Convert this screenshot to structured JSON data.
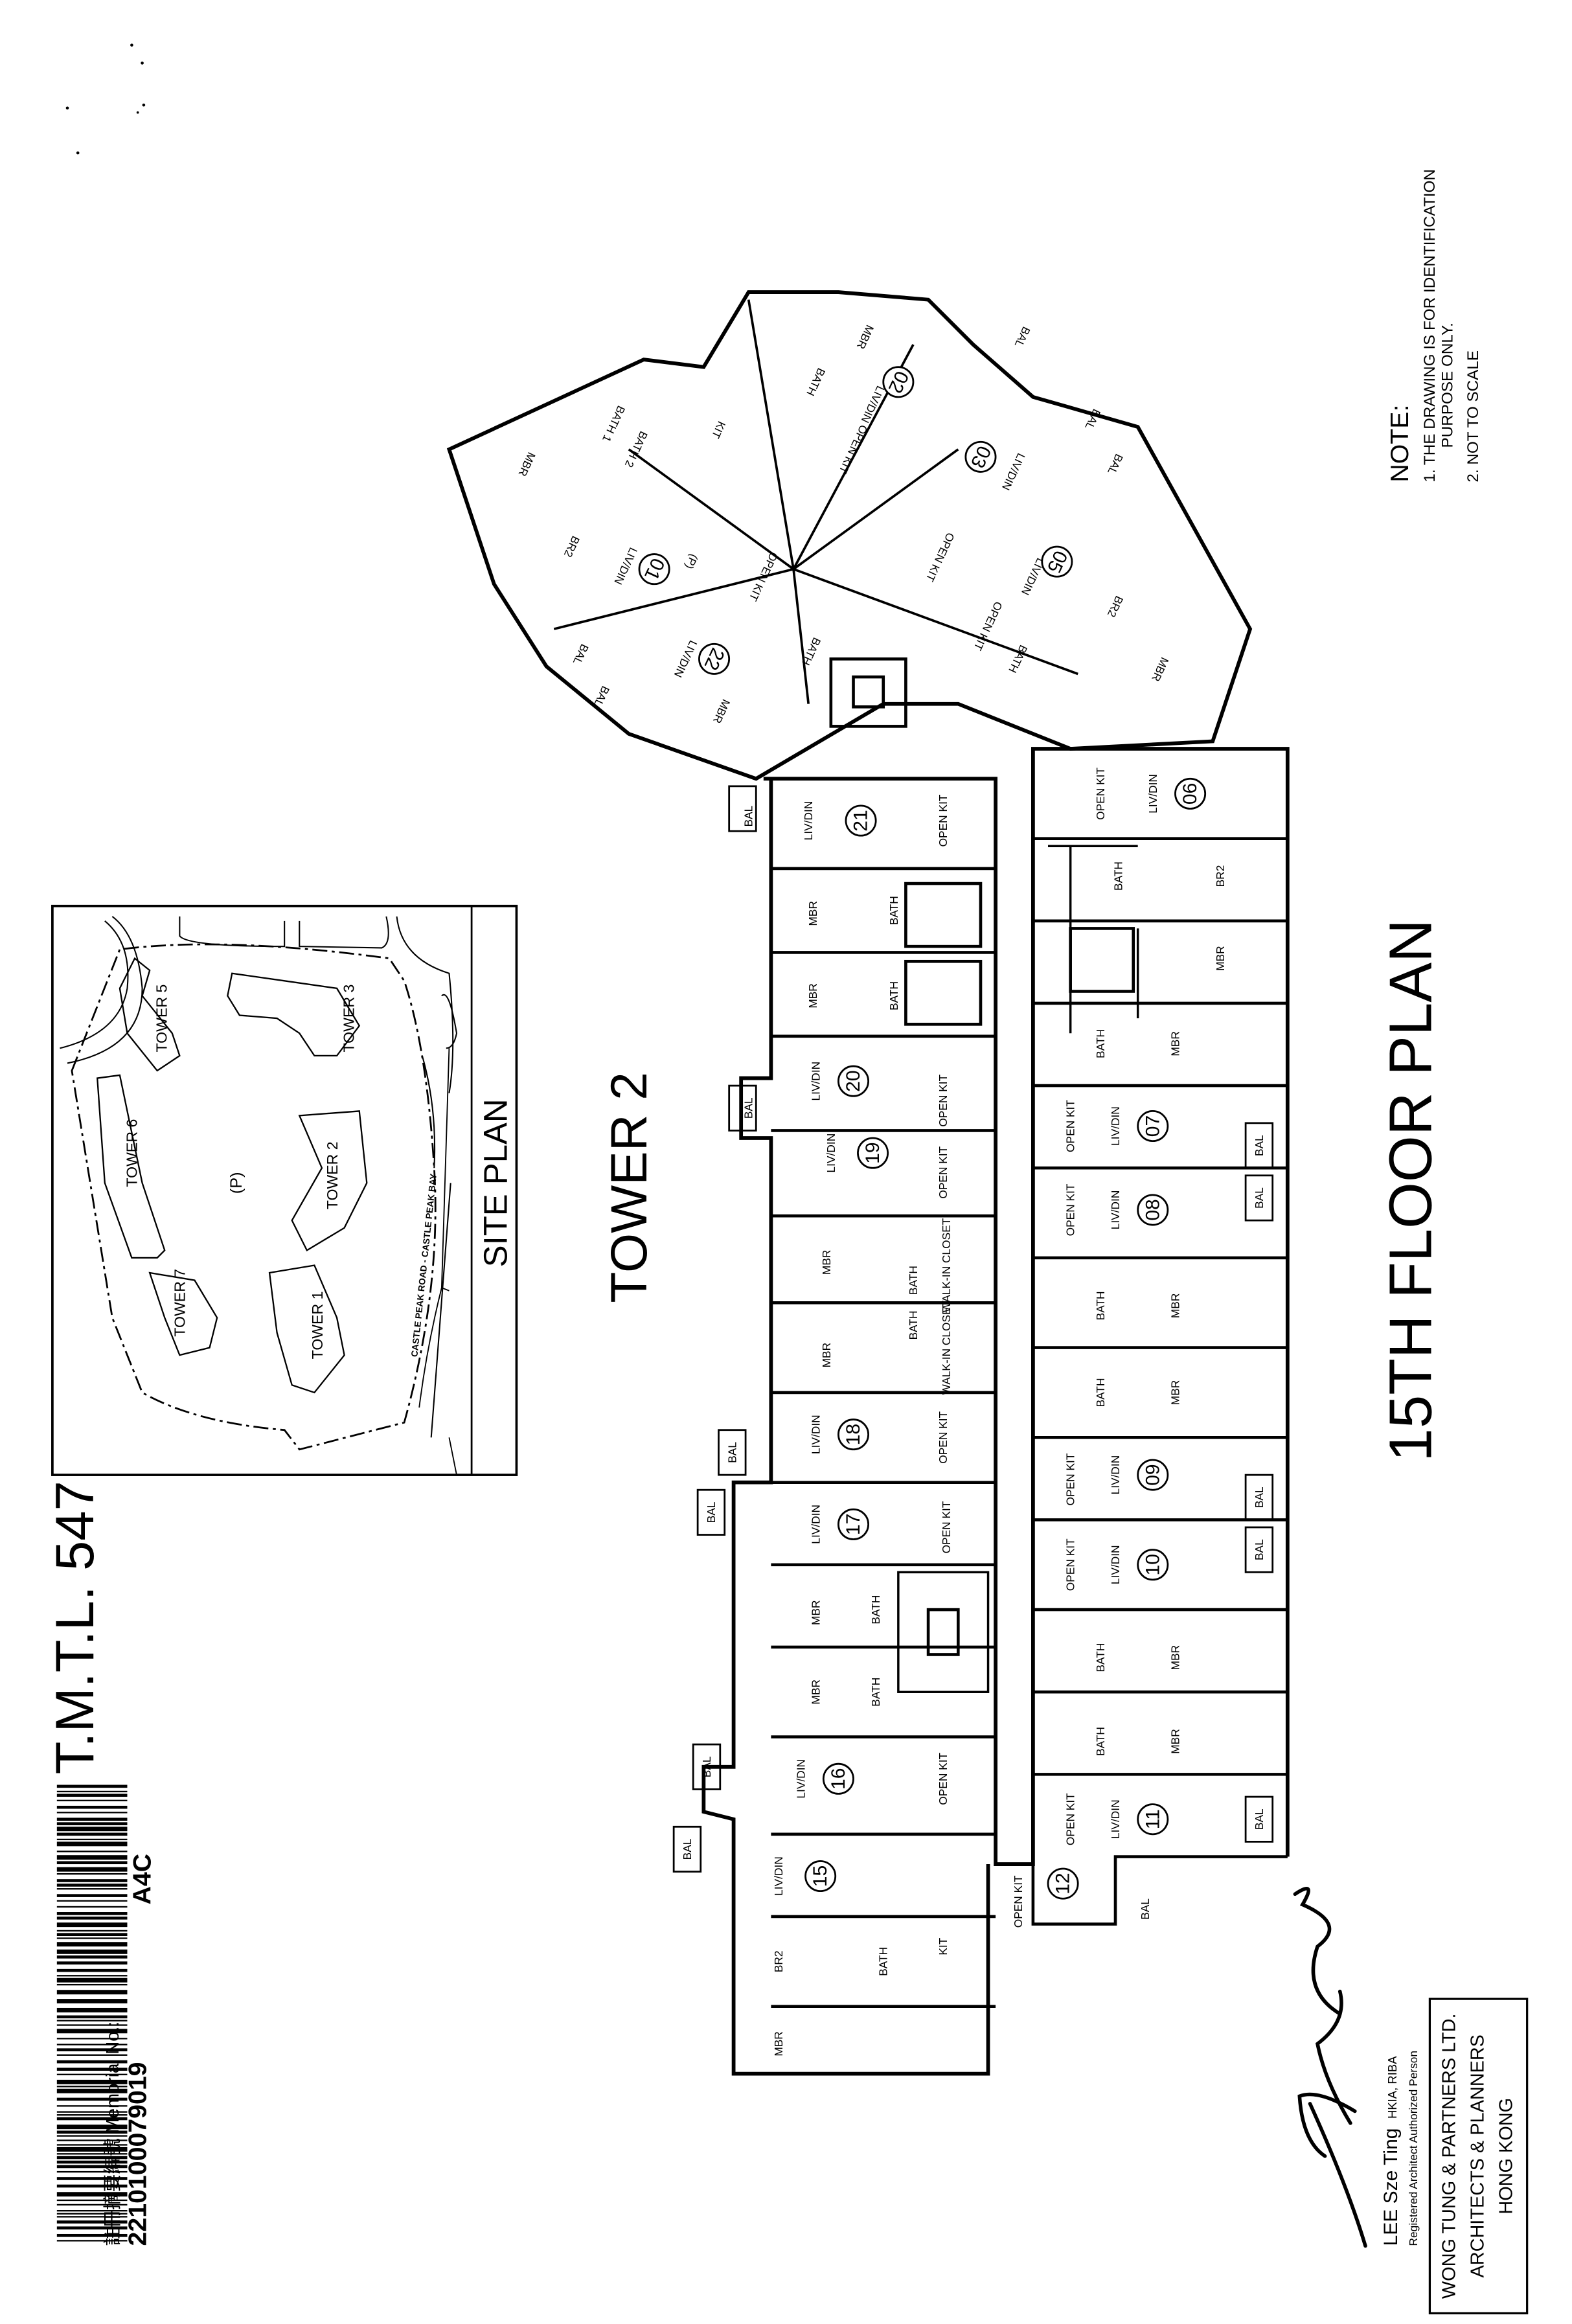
{
  "header": {
    "lot": "T.M.T.L. 547",
    "memorial_label": "註冊摘要編號 Memorial No.:",
    "memorial_no": "2210100079019",
    "sheet": "A4C"
  },
  "site_plan": {
    "title": "SITE PLAN",
    "towers": [
      "TOWER 1",
      "TOWER 2",
      "TOWER 3",
      "TOWER 5",
      "TOWER 6",
      "TOWER 7"
    ],
    "private_area": "(P)",
    "road": "CASTLE PEAK ROAD - CASTLE PEAK BAY"
  },
  "tower_title": "TOWER 2",
  "floor_title": "15TH FLOOR PLAN",
  "floor_plan": {
    "rooms": [
      "BAL",
      "LIV/DIN",
      "21",
      "OPEN KIT",
      "MBR",
      "BATH",
      "MBR",
      "BATH",
      "BAL",
      "LIV/DIN",
      "20",
      "OPEN KIT",
      "LIV/DIN",
      "19",
      "OPEN KIT",
      "MBR",
      "BATH",
      "WALK-IN CLOSET",
      "MBR",
      "BATH",
      "WALK-IN CLOSET",
      "BAL",
      "LIV/DIN",
      "18",
      "OPEN KIT",
      "BAL",
      "LIV/DIN",
      "17",
      "OPEN KIT",
      "MBR",
      "BATH",
      "MBR",
      "BATH",
      "BAL",
      "LIV/DIN",
      "16",
      "OPEN KIT",
      "BAL",
      "LIV/DIN",
      "15",
      "BR2",
      "BATH",
      "KIT",
      "MBR",
      "OPEN KIT",
      "12",
      "BAL",
      "OPEN KIT",
      "LIV/DIN",
      "06",
      "BATH",
      "BR2",
      "MBR",
      "BATH",
      "MBR",
      "OPEN KIT",
      "LIV/DIN",
      "07",
      "BAL",
      "OPEN KIT",
      "LIV/DIN",
      "08",
      "BAL",
      "BATH",
      "MBR",
      "BATH",
      "MBR",
      "OPEN KIT",
      "LIV/DIN",
      "09",
      "BAL",
      "OPEN KIT",
      "LIV/DIN",
      "10",
      "BAL",
      "BATH",
      "MBR",
      "BATH",
      "MBR",
      "OPEN KIT",
      "LIV/DIN",
      "11",
      "BAL",
      "MBR",
      "BR2",
      "BATH 1",
      "BATH 2",
      "KIT",
      "LIV/DIN",
      "01",
      "(P)",
      "BAL",
      "BAL",
      "LIV/DIN",
      "22",
      "OPEN KIT",
      "MBR",
      "BATH",
      "MBR",
      "BATH",
      "LIV/DIN",
      "02",
      "OPEN KIT",
      "BAL",
      "LIV/DIN",
      "03",
      "OPEN KIT",
      "BAL",
      "BAL",
      "LIV/DIN",
      "05",
      "OPEN KIT",
      "BATH",
      "BR2",
      "MBR"
    ]
  },
  "note": {
    "title": "NOTE:",
    "lines": [
      "1.  THE DRAWING IS FOR IDENTIFICATION",
      "PURPOSE ONLY.",
      "2.  NOT TO SCALE"
    ]
  },
  "signatory": {
    "name": "LEE Sze Ting",
    "qualifications": "HKIA, RIBA",
    "roles": "Registered Architect    Authorized Person"
  },
  "firm": {
    "lines": [
      "WONG TUNG & PARTNERS LTD.",
      "ARCHITECTS & PLANNERS",
      "HONG KONG"
    ]
  }
}
